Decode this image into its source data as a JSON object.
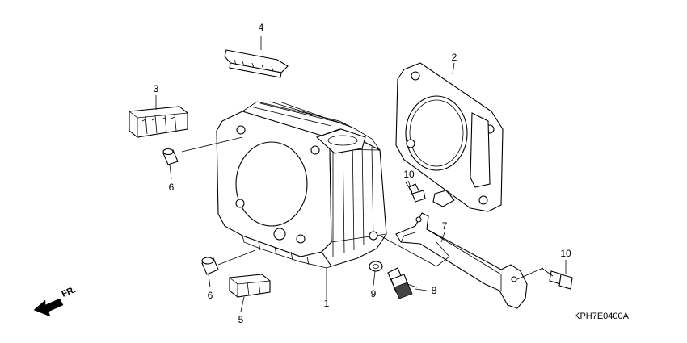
{
  "callouts": {
    "c1": "1",
    "c2": "2",
    "c3": "3",
    "c4": "4",
    "c5": "5",
    "c6a": "6",
    "c6b": "6",
    "c7": "7",
    "c8": "8",
    "c9": "9",
    "c10a": "10",
    "c10b": "10"
  },
  "direction_label": "FR.",
  "diagram_code": "KPH7E0400A"
}
